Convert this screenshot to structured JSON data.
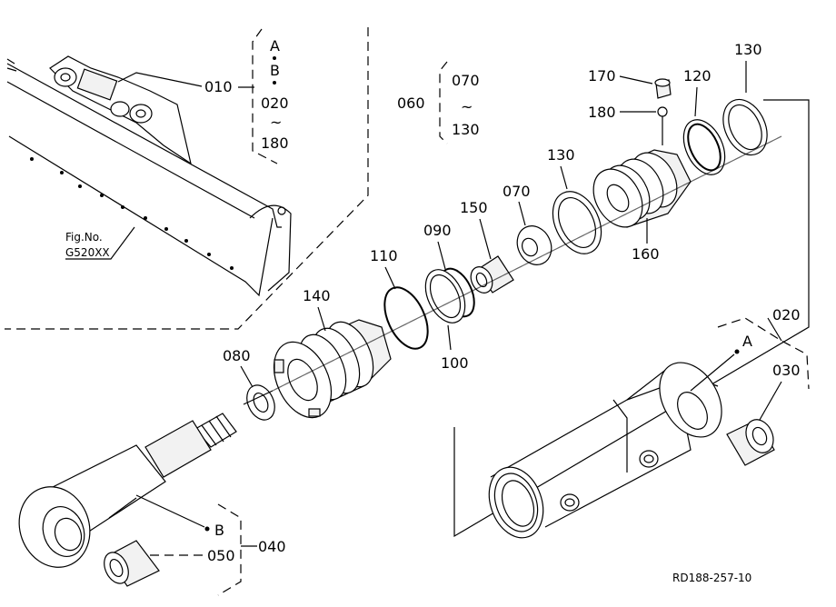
{
  "labels": {
    "p010": "010",
    "p020_top": "020",
    "p020": "020",
    "p030": "030",
    "p040": "040",
    "p050": "050",
    "p060": "060",
    "p070_grp": "070",
    "p130_grp": "130",
    "p070": "070",
    "p080": "080",
    "p090": "090",
    "p100": "100",
    "p110": "110",
    "p120": "120",
    "p130_a": "130",
    "p130_b": "130",
    "p140": "140",
    "p150": "150",
    "p160": "160",
    "p170": "170",
    "p180_top": "180",
    "p180": "180",
    "letter_a_top": "A",
    "letter_b_top": "B",
    "letter_a": "A",
    "letter_b": "B",
    "tilde": "~",
    "fig_no": "Fig.No.",
    "fig_code": "G520XX",
    "drawing_code": "RD188-257-10"
  }
}
